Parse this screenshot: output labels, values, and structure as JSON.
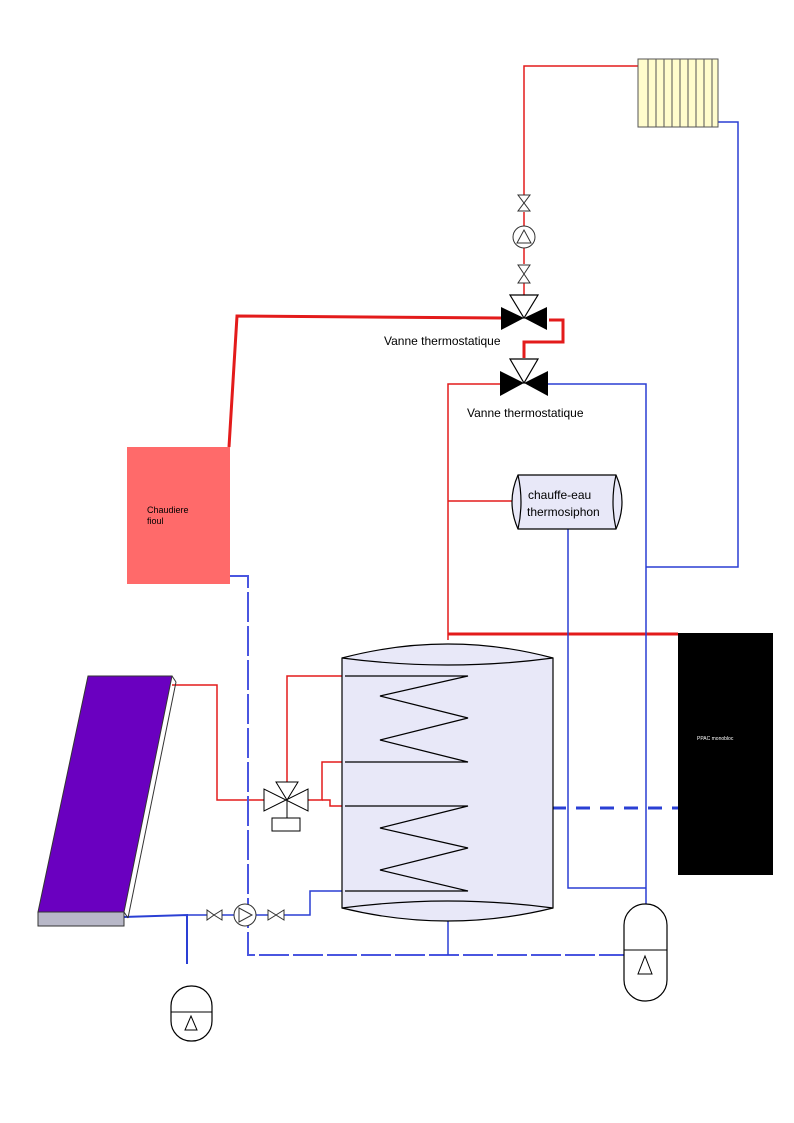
{
  "labels": {
    "vanne_1": "Vanne thermostatique",
    "vanne_2": "Vanne thermostatique",
    "chaudiere_line1": "Chaudiere",
    "chaudiere_line2": "fioul",
    "chauffe_eau_line1": "chauffe-eau",
    "chauffe_eau_line2": "thermosiphon",
    "ppac": "PPAC monobloc"
  },
  "colors": {
    "hot_pipe": "#e31b1b",
    "cold_pipe": "#2a3fd4",
    "boiler_fill": "#ff6a6a",
    "collector_fill": "#6a00c0",
    "collector_frame": "#b8b8c8",
    "tank_fill": "#e8e8f8",
    "heatpump_fill": "#000000",
    "radiator_fill": "#fffccc"
  }
}
